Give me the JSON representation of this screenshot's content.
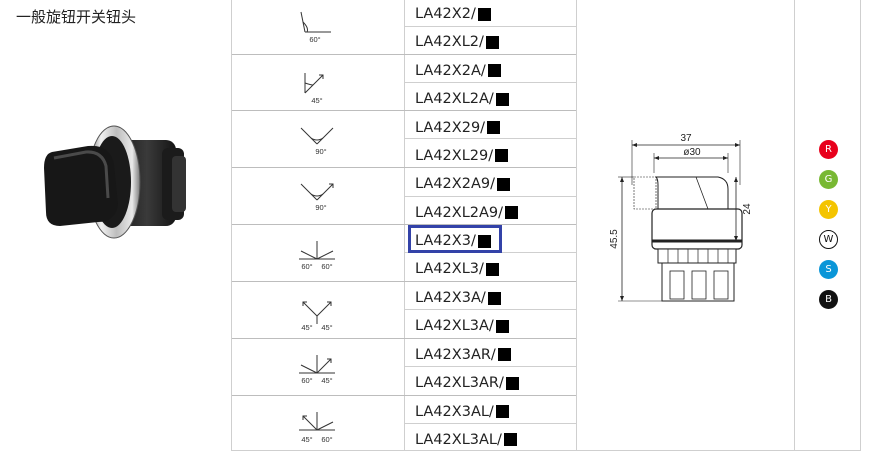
{
  "product": {
    "title": "一般旋钮开关钮头"
  },
  "rows": [
    {
      "symbol": "angle-60",
      "angle_labels": [
        "60°"
      ],
      "models": [
        "LA42X2/",
        "LA42XL2/"
      ]
    },
    {
      "symbol": "angle-45-up",
      "angle_labels": [
        "45°"
      ],
      "models": [
        "LA42X2A/",
        "LA42XL2A/"
      ]
    },
    {
      "symbol": "v-90",
      "angle_labels": [
        "90°"
      ],
      "models": [
        "LA42X29/",
        "LA42XL29/"
      ]
    },
    {
      "symbol": "v-90-arrow",
      "angle_labels": [
        "90°"
      ],
      "models": [
        "LA42X2A9/",
        "LA42XL2A9/"
      ]
    },
    {
      "symbol": "three-60-60",
      "angle_labels": [
        "60°",
        "60°"
      ],
      "models": [
        "LA42X3/",
        "LA42XL3/"
      ]
    },
    {
      "symbol": "three-45-45",
      "angle_labels": [
        "45°",
        "45°"
      ],
      "models": [
        "LA42X3A/",
        "LA42XL3A/"
      ]
    },
    {
      "symbol": "three-60-45",
      "angle_labels": [
        "60°",
        "45°"
      ],
      "models": [
        "LA42X3AR/",
        "LA42XL3AR/"
      ]
    },
    {
      "symbol": "three-45-60",
      "angle_labels": [
        "45°",
        "60°"
      ],
      "models": [
        "LA42X3AL/",
        "LA42XL3AL/"
      ]
    }
  ],
  "highlighted_model": "LA42X3/",
  "dimensions": {
    "width_total": "37",
    "diameter": "ø30",
    "height_total": "45.5",
    "height_cap": "24"
  },
  "colors": [
    {
      "code": "R",
      "fill": "#e8001c",
      "text": "#ffffff"
    },
    {
      "code": "G",
      "fill": "#78b833",
      "text": "#ffffff"
    },
    {
      "code": "Y",
      "fill": "#f4c400",
      "text": "#ffffff"
    },
    {
      "code": "W",
      "fill": "#ffffff",
      "text": "#111111"
    },
    {
      "code": "S",
      "fill": "#0a96d8",
      "text": "#ffffff"
    },
    {
      "code": "B",
      "fill": "#111111",
      "text": "#ffffff"
    }
  ]
}
